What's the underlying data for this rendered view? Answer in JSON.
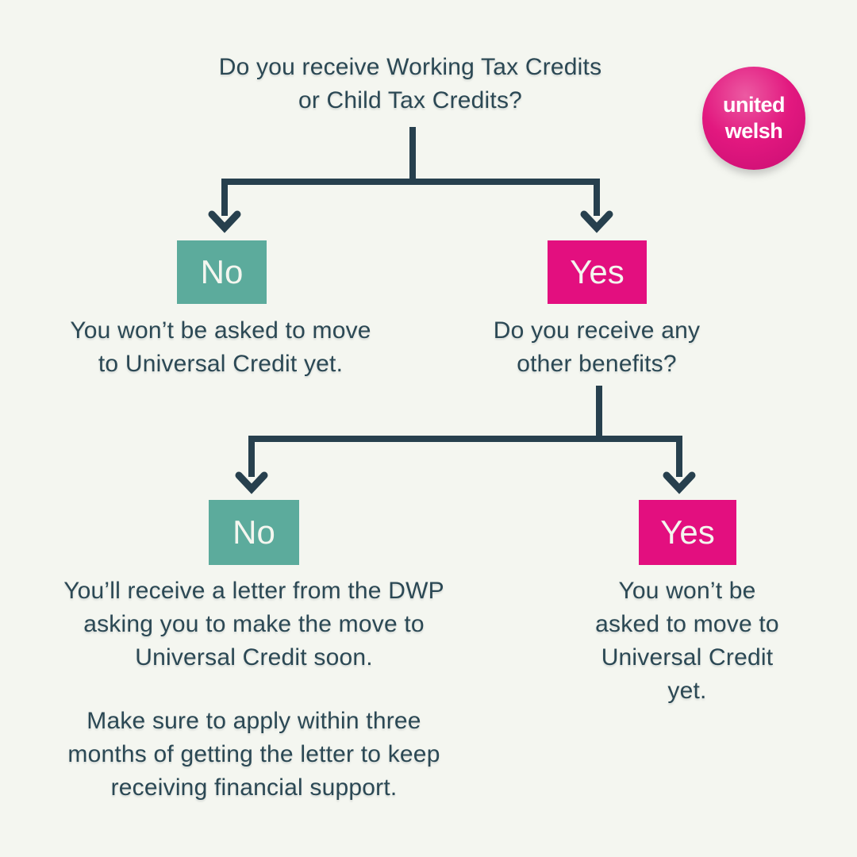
{
  "page": {
    "background": "#f4f6f0"
  },
  "palette": {
    "text_dark": "#2b4854",
    "line_dark": "#27404e",
    "teal_box": "#5cab9c",
    "pink_box": "#e30f7f",
    "box_label_white": "#f4f6ef",
    "logo_pink": "#e2187f"
  },
  "logo": {
    "line1": "united",
    "line2": "welsh"
  },
  "flowchart": {
    "question1": "Do you receive Working Tax Credits\nor Child Tax Credits?",
    "level1": {
      "no": {
        "label": "No",
        "result": "You won’t be asked to move\nto Universal Credit yet."
      },
      "yes": {
        "label": "Yes",
        "question": "Do you receive any\nother benefits?"
      }
    },
    "level2": {
      "no": {
        "label": "No",
        "result": "You’ll receive a letter from the DWP\nasking you to make the move to\nUniversal Credit soon.",
        "note": "Make sure to apply within three\nmonths of getting the letter to keep\nreceiving financial support."
      },
      "yes": {
        "label": "Yes",
        "result": "You won’t be\nasked to move to\nUniversal Credit\nyet."
      }
    }
  }
}
